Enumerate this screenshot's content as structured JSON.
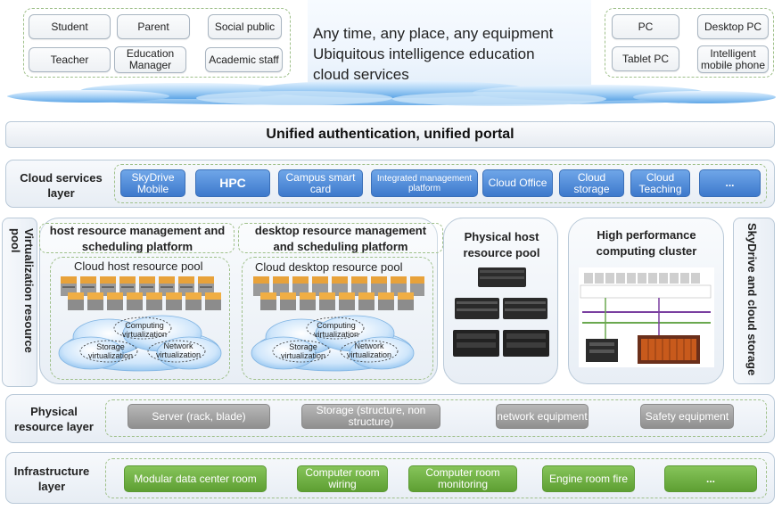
{
  "users": [
    "Student",
    "Parent",
    "Social public",
    "Teacher",
    "Education Manager",
    "Academic staff"
  ],
  "slogan": {
    "line1": "Any time, any place, any equipment",
    "line2": "Ubiquitous intelligence education",
    "line3": "cloud services"
  },
  "devices": [
    "PC",
    "Desktop PC",
    "Tablet PC",
    "Intelligent mobile phone"
  ],
  "auth": "Unified authentication, unified portal",
  "cloud_services": {
    "label": "Cloud services layer",
    "items": [
      "SkyDrive Mobile",
      "HPC",
      "Campus smart card",
      "Integrated management platform",
      "Cloud Office",
      "Cloud storage",
      "Cloud Teaching",
      "..."
    ]
  },
  "virtualization": {
    "label": "Virtualization resource pool",
    "host_platform": "host resource management and scheduling platform",
    "desktop_platform": "desktop resource management and scheduling platform",
    "host_pool": "Cloud host resource pool",
    "desktop_pool": "Cloud desktop resource pool",
    "computing": "Computing virtualization",
    "storage": "Storage virtualization",
    "network": "Network virtualization"
  },
  "physical_host": {
    "title": "Physical host resource pool"
  },
  "hpc_cluster": {
    "title": "High performance computing cluster"
  },
  "skydrive": {
    "label": "SkyDrive and cloud storage"
  },
  "physical_layer": {
    "label": "Physical resource layer",
    "items": [
      "Server (rack, blade)",
      "Storage (structure, non structure)",
      "network equipment",
      "Safety equipment"
    ]
  },
  "infrastructure_layer": {
    "label": "Infrastructure layer",
    "items": [
      "Modular data center room",
      "Computer room wiring",
      "Computer room monitoring",
      "Engine room fire",
      "..."
    ]
  },
  "colors": {
    "service_blue": "#4a86d6",
    "physical_gray": "#a0a0a0",
    "infra_green": "#6aae3e",
    "dash_green": "#9fc08a"
  }
}
